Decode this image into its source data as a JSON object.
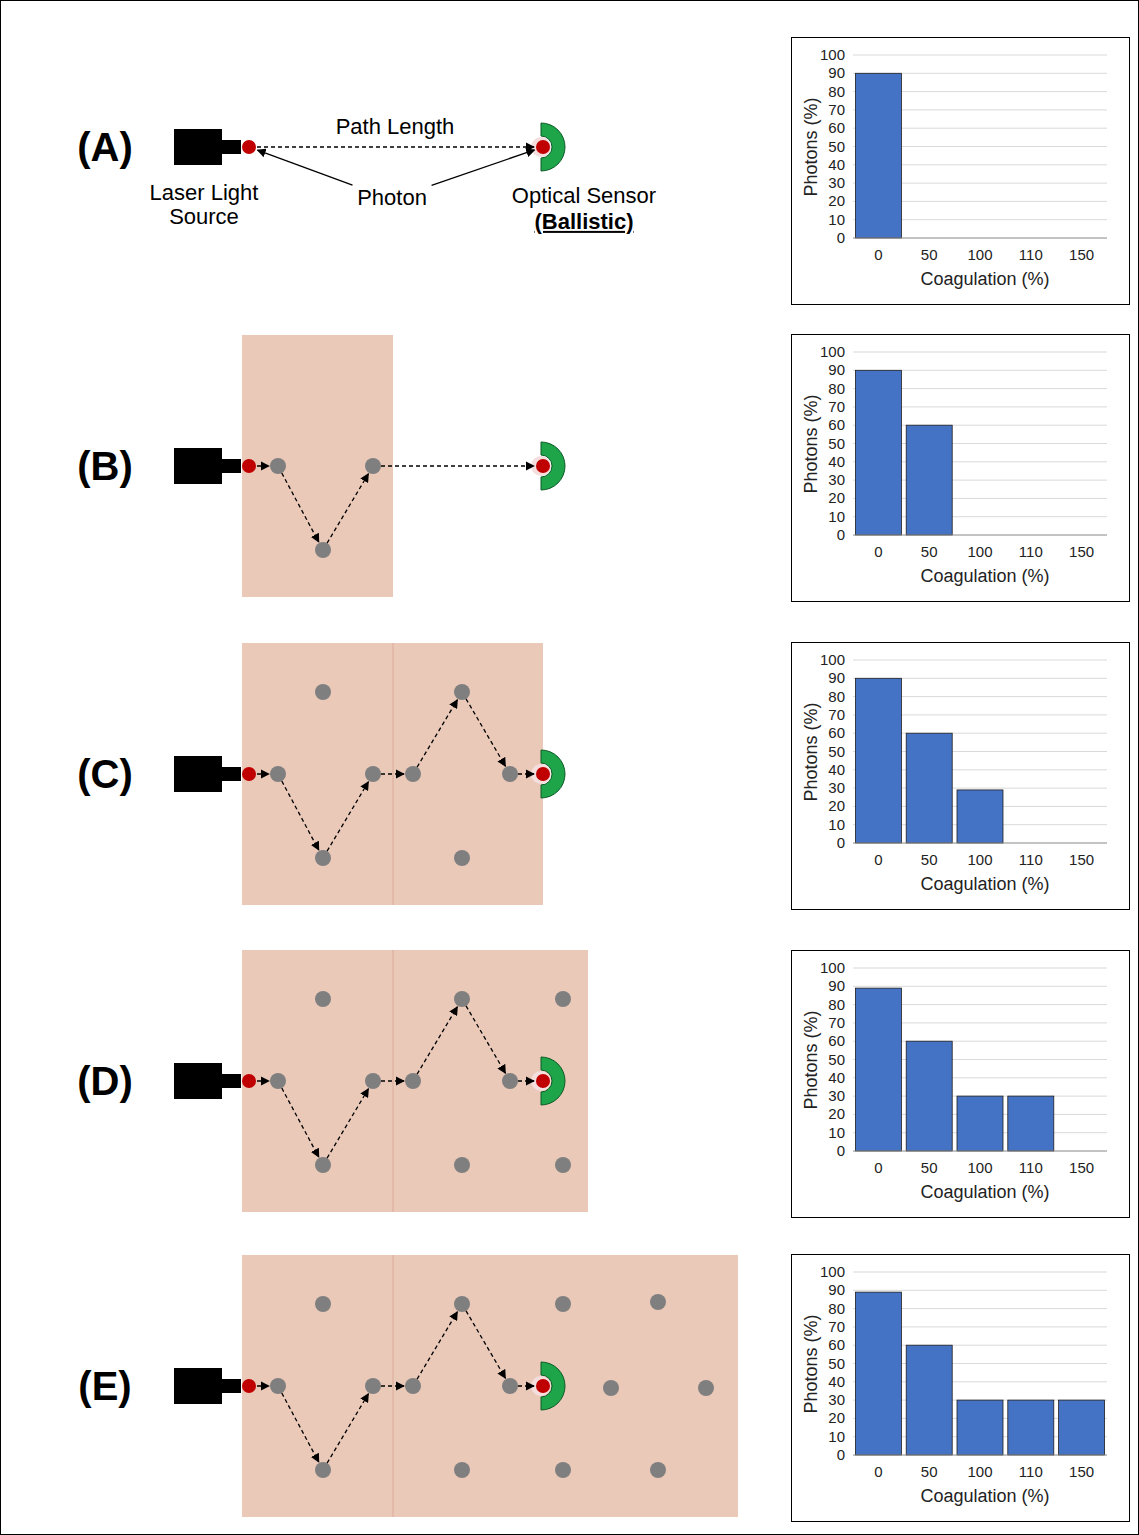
{
  "diagram": {
    "labels": [
      "(A)",
      "Path Length",
      "Laser Light Source",
      "Photon",
      "Optical Sensor",
      "(Ballistic)",
      "Photons (%)",
      "0",
      "10",
      "20",
      "30",
      "40",
      "50",
      "60",
      "70",
      "80",
      "90",
      "100",
      "0",
      "50",
      "100",
      "110",
      "150",
      "Coagulation (%)",
      "(B)",
      "Photons (%)",
      "0",
      "10",
      "20",
      "30",
      "40",
      "50",
      "60",
      "70",
      "80",
      "90",
      "100",
      "0",
      "50",
      "100",
      "110",
      "150",
      "Coagulation (%)",
      "(C)",
      "Photons (%)",
      "0",
      "10",
      "20",
      "30",
      "40",
      "50",
      "60",
      "70",
      "80",
      "90",
      "100",
      "0",
      "50",
      "100",
      "110",
      "150",
      "Coagulation (%)",
      "(D)",
      "Photons (%)",
      "0",
      "10",
      "20",
      "30",
      "40",
      "50",
      "60",
      "70",
      "80",
      "90",
      "100",
      "0",
      "50",
      "100",
      "110",
      "150",
      "Coagulation (%)",
      "(E)",
      "Photons (%)",
      "0",
      "10",
      "20",
      "30",
      "40",
      "50",
      "60",
      "70",
      "80",
      "90",
      "100",
      "0",
      "50",
      "100",
      "110",
      "150",
      "Coagulation (%)"
    ]
  }
}
